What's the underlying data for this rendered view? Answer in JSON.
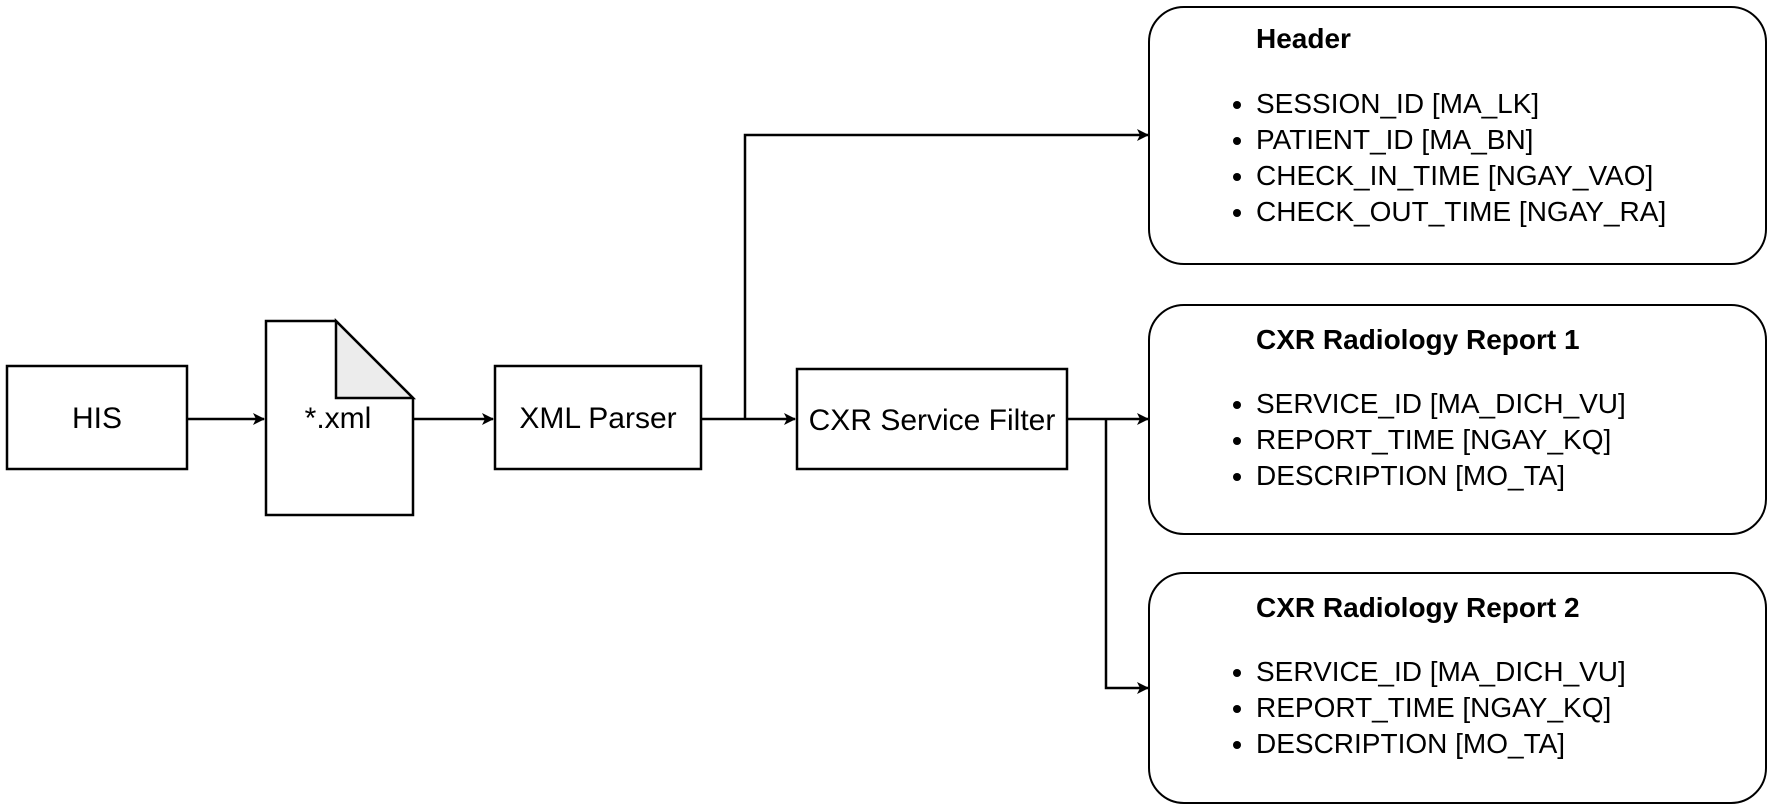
{
  "nodes": {
    "his": "HIS",
    "xml_file": "*.xml",
    "xml_parser": "XML Parser",
    "cxr_filter": "CXR Service Filter"
  },
  "outputs": {
    "header": {
      "title": "Header",
      "items": [
        "SESSION_ID [MA_LK]",
        "PATIENT_ID [MA_BN]",
        "CHECK_IN_TIME [NGAY_VAO]",
        "CHECK_OUT_TIME [NGAY_RA]"
      ]
    },
    "report1": {
      "title": "CXR Radiology Report 1",
      "items": [
        "SERVICE_ID [MA_DICH_VU]",
        "REPORT_TIME [NGAY_KQ]",
        "DESCRIPTION [MO_TA]"
      ]
    },
    "report2": {
      "title": "CXR Radiology Report 2",
      "items": [
        "SERVICE_ID [MA_DICH_VU]",
        "REPORT_TIME [NGAY_KQ]",
        "DESCRIPTION [MO_TA]"
      ]
    }
  }
}
